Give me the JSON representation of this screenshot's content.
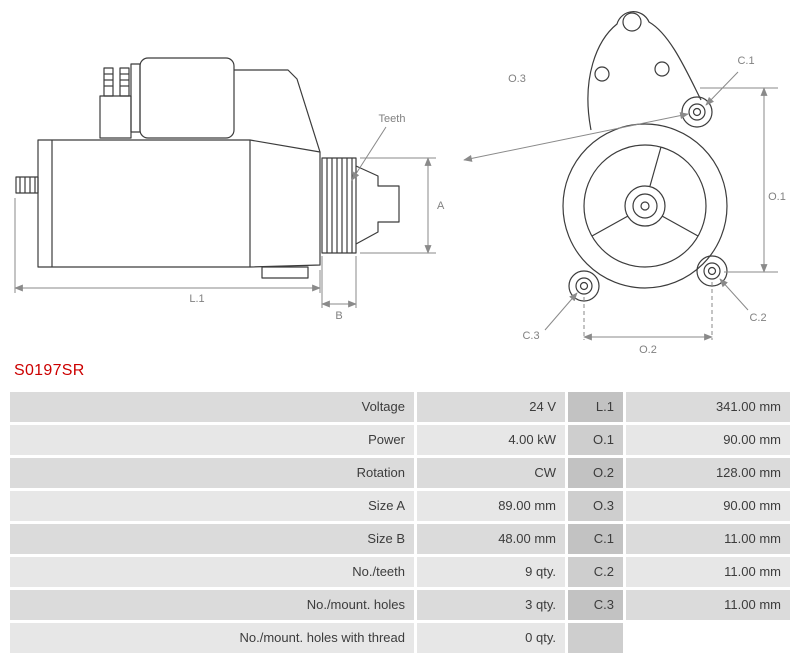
{
  "part_number": "S0197SR",
  "colors": {
    "part_number_red": "#cc0000",
    "row_dark": "#dbdbdb",
    "row_light": "#e7e7e7",
    "dim_cell_dark": "#c2c2c2",
    "dim_cell_light": "#cecece",
    "drawing_line": "#3c3c3c",
    "dimension_line": "#8a8a8a"
  },
  "diagram": {
    "side_view": {
      "teeth_label": "Teeth",
      "length_label": "L.1",
      "size_a_label": "A",
      "size_b_label": "B"
    },
    "front_view": {
      "o3_label": "O.3",
      "c1_label": "C.1",
      "o1_label": "O.1",
      "c2_label": "C.2",
      "c3_label": "C.3",
      "o2_label": "O.2"
    }
  },
  "spec_table": {
    "rows": [
      {
        "label": "Voltage",
        "value": "24 V",
        "dim": "L.1",
        "dim_value": "341.00 mm"
      },
      {
        "label": "Power",
        "value": "4.00 kW",
        "dim": "O.1",
        "dim_value": "90.00 mm"
      },
      {
        "label": "Rotation",
        "value": "CW",
        "dim": "O.2",
        "dim_value": "128.00 mm"
      },
      {
        "label": "Size A",
        "value": "89.00 mm",
        "dim": "O.3",
        "dim_value": "90.00 mm"
      },
      {
        "label": "Size B",
        "value": "48.00 mm",
        "dim": "C.1",
        "dim_value": "11.00 mm"
      },
      {
        "label": "No./teeth",
        "value": "9 qty.",
        "dim": "C.2",
        "dim_value": "11.00 mm"
      },
      {
        "label": "No./mount. holes",
        "value": "3 qty.",
        "dim": "C.3",
        "dim_value": "11.00 mm"
      },
      {
        "label": "No./mount. holes with thread",
        "value": "0 qty.",
        "dim": "",
        "dim_value": ""
      }
    ]
  }
}
